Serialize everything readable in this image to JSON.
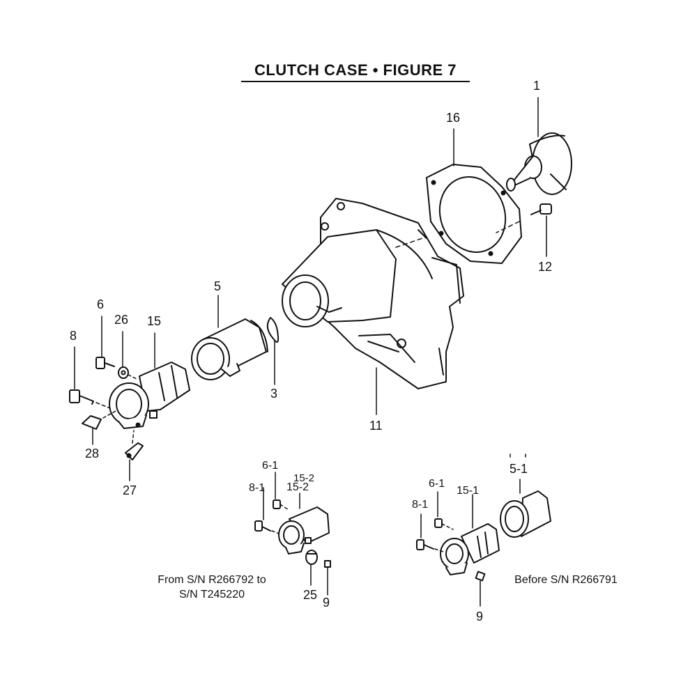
{
  "title": "CLUTCH CASE  •  FIGURE 7",
  "callouts": {
    "p1": "1",
    "p16": "16",
    "p12": "12",
    "p5": "5",
    "p3": "3",
    "p11": "11",
    "p6": "6",
    "p26": "26",
    "p15": "15",
    "p8": "8",
    "p28": "28",
    "p27": "27",
    "p6_1a": "6-1",
    "p15_2a": "15-2",
    "p15_2b": "15-2",
    "p8_1a": "8-1",
    "p25": "25",
    "p9a": "9",
    "p6_1b": "6-1",
    "p15_1": "15-1",
    "p5_1": "5-1",
    "p8_1b": "8-1",
    "p9b": "9"
  },
  "notes": {
    "from_sn_line1": "From S/N R266792 to",
    "from_sn_line2": "S/N T245220",
    "before_sn": "Before S/N R266791"
  }
}
